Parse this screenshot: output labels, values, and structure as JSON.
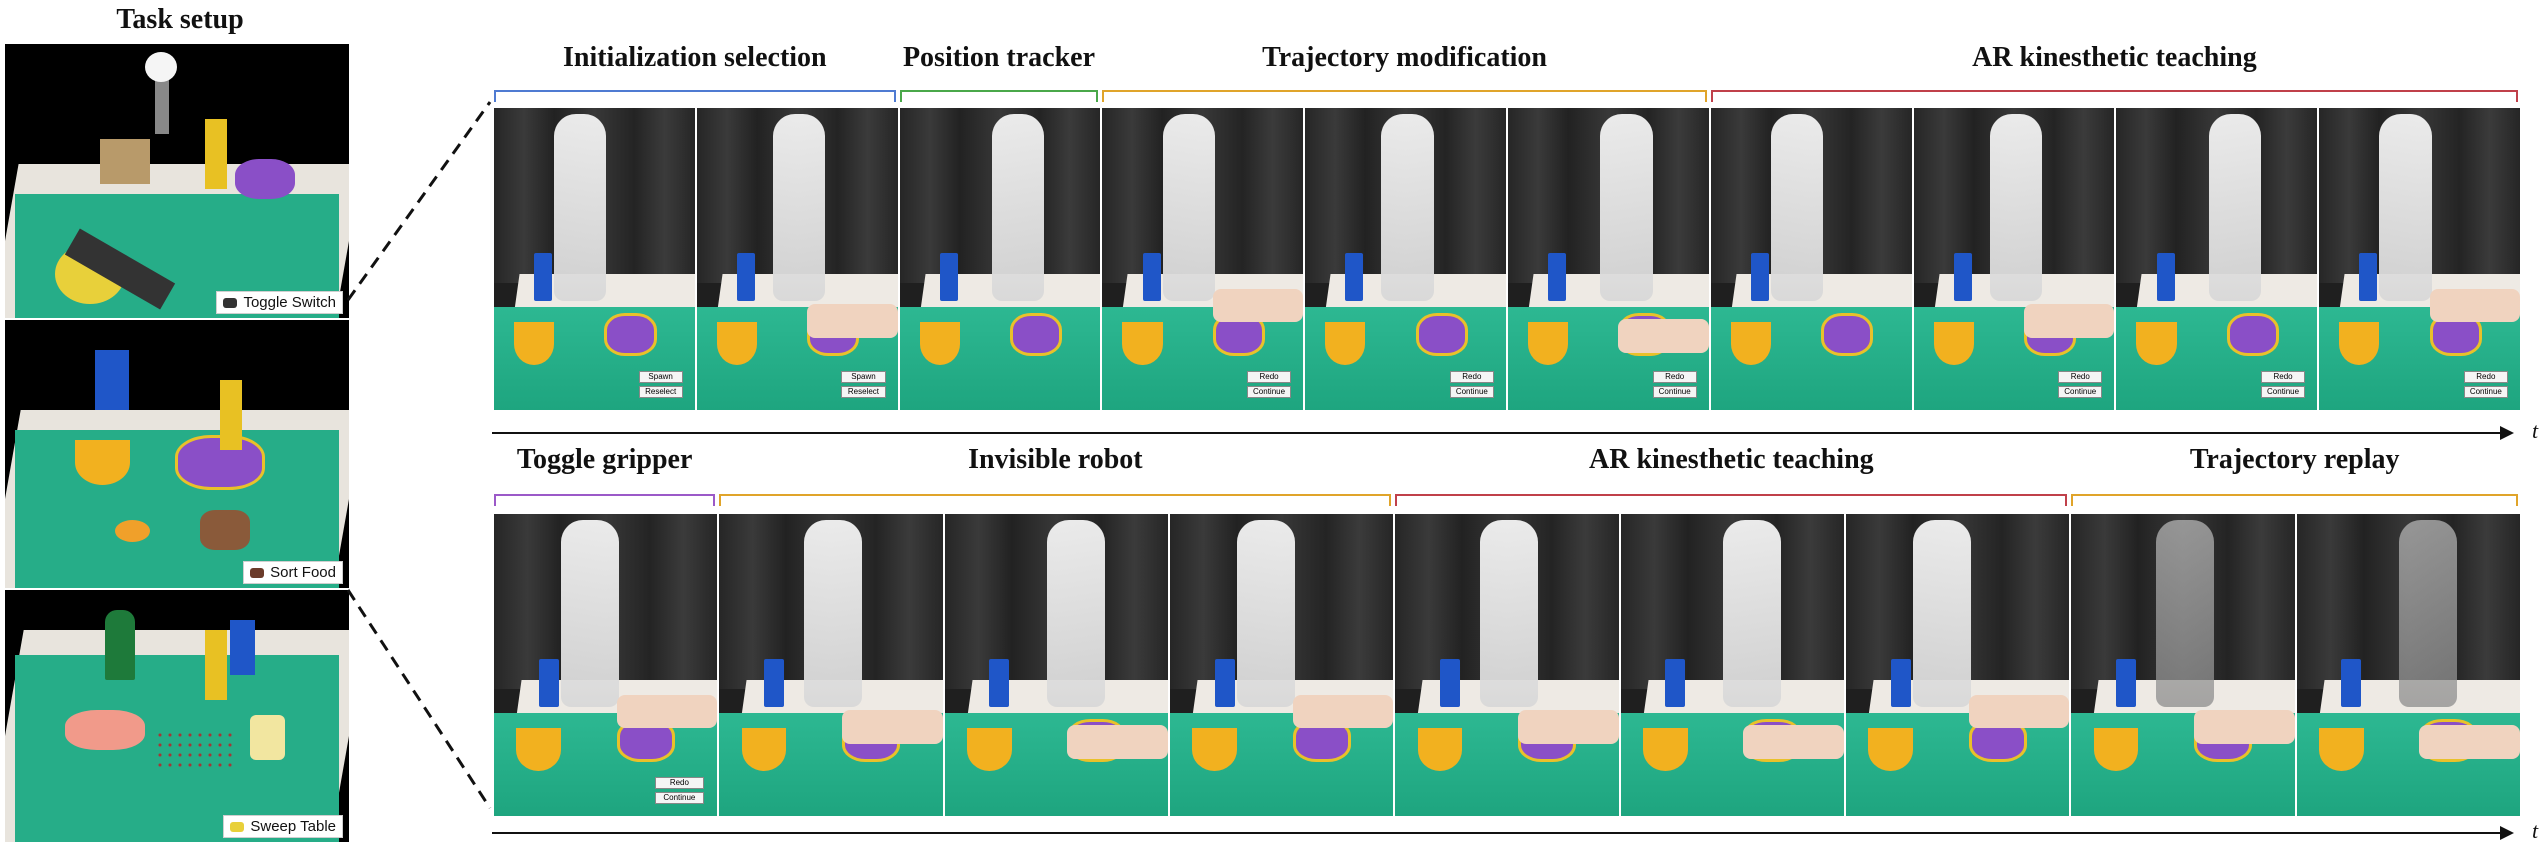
{
  "task_setup": {
    "title": "Task setup",
    "tasks": [
      {
        "label": "Toggle Switch",
        "icon": "toggle-switch-icon"
      },
      {
        "label": "Sort Food",
        "icon": "sort-food-icon"
      },
      {
        "label": "Sweep Table",
        "icon": "sweep-table-icon"
      }
    ]
  },
  "colors": {
    "blue": "#4f7bd2",
    "green": "#4aa84a",
    "orange": "#e0a42a",
    "red": "#c0404a",
    "purple": "#9b59c8"
  },
  "top_row": {
    "phases": [
      {
        "label": "Initialization selection",
        "color": "#4f7bd2"
      },
      {
        "label": "Position tracker",
        "color": "#4aa84a"
      },
      {
        "label": "Trajectory modification",
        "color": "#e0a42a"
      },
      {
        "label": "AR kinesthetic teaching",
        "color": "#c0404a"
      }
    ],
    "buttons": [
      [
        "Spawn",
        "Reselect"
      ],
      [
        "Spawn",
        "Reselect"
      ],
      [],
      [
        "Redo",
        "Continue"
      ],
      [
        "Redo",
        "Continue"
      ],
      [
        "Redo",
        "Continue"
      ],
      [],
      [
        "Redo",
        "Continue"
      ],
      [
        "Redo",
        "Continue"
      ],
      [
        "Redo",
        "Continue"
      ]
    ]
  },
  "bottom_row": {
    "phases": [
      {
        "label": "Toggle gripper",
        "color": "#9b59c8"
      },
      {
        "label": "Invisible robot",
        "color": "#e0a42a"
      },
      {
        "label": "AR kinesthetic teaching",
        "color": "#c0404a"
      },
      {
        "label": "Trajectory replay",
        "color": "#e0a42a"
      }
    ],
    "buttons": [
      [
        "Redo",
        "Continue"
      ],
      [],
      [],
      [],
      [],
      [],
      [],
      [],
      []
    ]
  },
  "axis_label": "t"
}
